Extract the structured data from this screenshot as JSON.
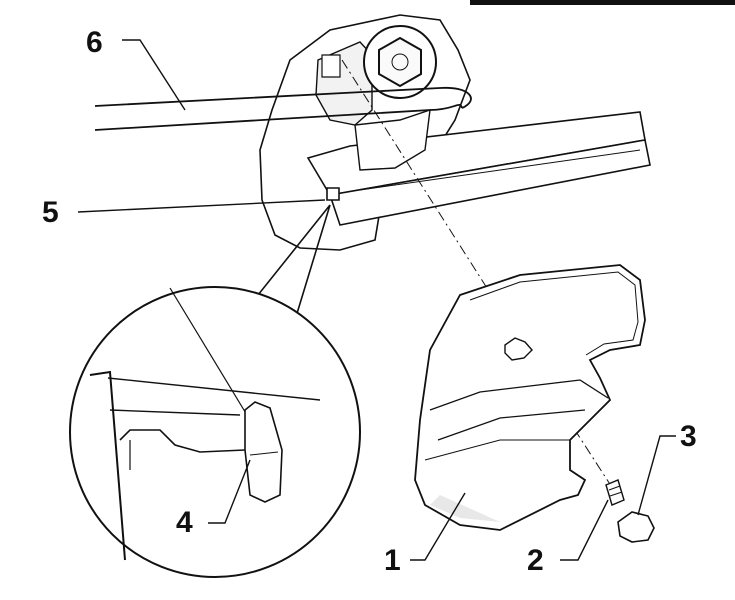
{
  "callouts": [
    {
      "id": "1",
      "label": "1"
    },
    {
      "id": "2",
      "label": "2"
    },
    {
      "id": "3",
      "label": "3"
    },
    {
      "id": "4",
      "label": "4"
    },
    {
      "id": "5",
      "label": "5"
    },
    {
      "id": "6",
      "label": "6"
    }
  ],
  "colors": {
    "ink": "#111111",
    "paper": "#ffffff",
    "shade": "#e8e8e8"
  }
}
